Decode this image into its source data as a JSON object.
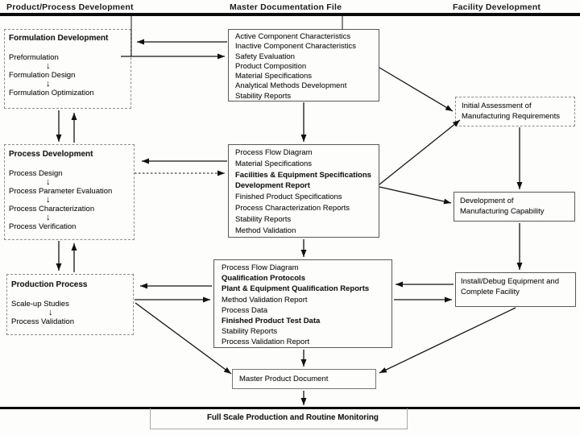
{
  "glyphs": {
    "down_arrow": "↓"
  },
  "headers": {
    "left": "Product/Process Development",
    "center": "Master Documentation File",
    "right": "Facility Development"
  },
  "formulation": {
    "title": "Formulation Development",
    "steps": [
      "Preformulation",
      "Formulation Design",
      "Formulation Optimization"
    ]
  },
  "process_dev": {
    "title": "Process Development",
    "steps": [
      "Process Design",
      "Process Parameter Evaluation",
      "Process Characterization",
      "Process Verification"
    ]
  },
  "production": {
    "title": "Production Process",
    "steps": [
      "Scale-up Studies",
      "Process Validation"
    ]
  },
  "master_top": {
    "items": [
      "Active Component Characteristics",
      "Inactive Component Characteristics",
      "Safety Evaluation",
      "Product Composition",
      "Material Specifications",
      "Analytical Methods Development",
      "Stability Reports"
    ]
  },
  "master_mid": {
    "items": [
      "Process Flow Diagram",
      "Material Specifications",
      "Facilities & Equipment Specifications",
      "Development Report",
      "Finished Product Specifications",
      "Process Characterization Reports",
      "Stability Reports",
      "Method Validation"
    ]
  },
  "master_bottom": {
    "items": [
      "Process Flow Diagram",
      "Qualification Protocols",
      "Plant & Equipment Qualification Reports",
      "Method Validation Report",
      "Process Data",
      "Finished Product Test Data",
      "Stability Reports",
      "Process Validation Report"
    ]
  },
  "initial_assessment": {
    "line1": "Initial Assessment of",
    "line2": "Manufacturing Requirements"
  },
  "dev_capability": {
    "line1": "Development of",
    "line2": "Manufacturing Capability"
  },
  "install_debug": {
    "line1": "Install/Debug Equipment and",
    "line2": "Complete Facility"
  },
  "master_product": {
    "label": "Master Product Document"
  },
  "full_scale": {
    "label": "Full Scale Production and Routine Monitoring"
  }
}
